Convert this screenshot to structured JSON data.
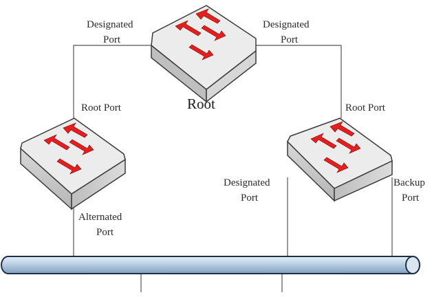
{
  "diagram": {
    "root_label": "Root",
    "top_left_port": [
      "Designated",
      "Port"
    ],
    "top_right_port": [
      "Designated",
      "Port"
    ],
    "left_switch_root_port": "Root Port",
    "right_switch_root_port": "Root Port",
    "left_lower_port": [
      "Alternated",
      "Port"
    ],
    "right_lower_left_port": [
      "Designated",
      "Port"
    ],
    "right_lower_right_port": [
      "Backup",
      "Port"
    ]
  },
  "colors": {
    "switch_top": "#ececec",
    "switch_side": "#cfcfcf",
    "switch_outline": "#3a3a3a",
    "arrow": "#e41f1f",
    "link": "#555555",
    "bus_fill": "#b9d0e6",
    "bus_outline": "#1f2f44"
  }
}
